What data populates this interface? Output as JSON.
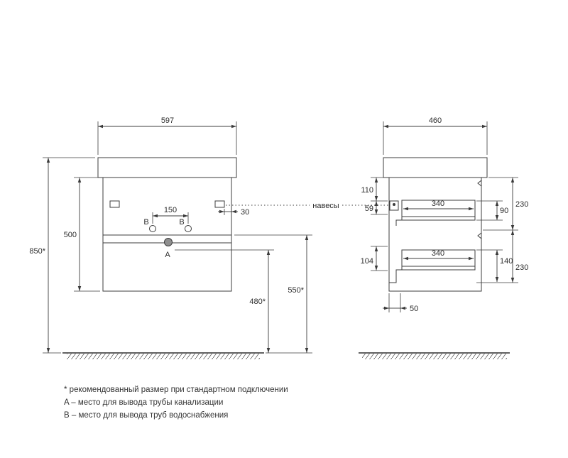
{
  "front_view": {
    "dim_width": "597",
    "dim_height": "500",
    "dim_total_height": "850*",
    "dim_b_spacing": "150",
    "dim_hanger_offset": "30",
    "dim_siphon_height": "550*",
    "dim_drain_height": "480*",
    "point_a": "A",
    "point_b_left": "B",
    "point_b_right": "B"
  },
  "side_view": {
    "dim_depth": "460",
    "dim_top_clearance": "110",
    "dim_hanger_drop": "59",
    "dim_drawer_gap": "104",
    "dim_drawer_depth_top": "340",
    "dim_drawer_depth_bottom": "340",
    "dim_drawer_inner_top": "90",
    "dim_drawer_front_top": "230",
    "dim_drawer_inner_bottom": "140",
    "dim_drawer_front_bottom": "230",
    "dim_bottom_offset": "50"
  },
  "annotations": {
    "hangers_label": "навесы"
  },
  "footnotes": {
    "line1": "* рекомендованный размер при стандартном подключении",
    "line2": "A – место для вывода трубы канализации",
    "line3": "B – место для вывода труб водоснабжения"
  }
}
